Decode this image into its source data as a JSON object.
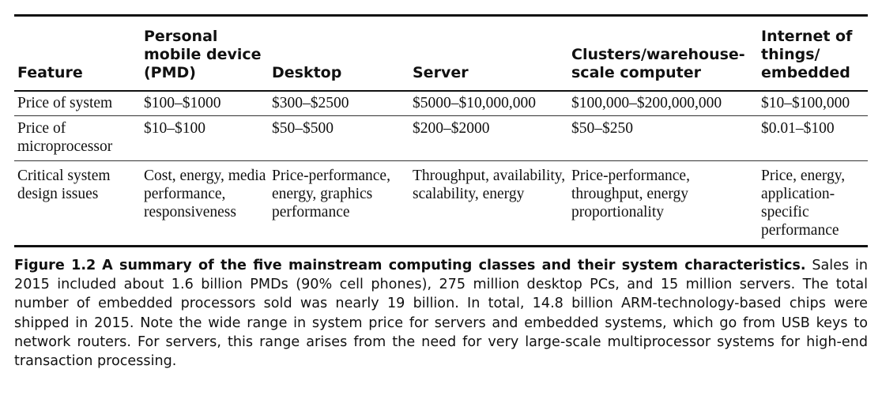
{
  "table": {
    "headers": [
      "Feature",
      "Personal mobile device (PMD)",
      "Desktop",
      "Server",
      "Clusters/warehouse-scale computer",
      "Internet of things/ embedded"
    ],
    "rows": [
      [
        "Price of system",
        "$100–$1000",
        "$300–$2500",
        "$5000–$10,000,000",
        "$100,000–$200,000,000",
        "$10–$100,000"
      ],
      [
        "Price of microprocessor",
        "$10–$100",
        "$50–$500",
        "$200–$2000",
        "$50–$250",
        "$0.01–$100"
      ],
      [
        "Critical system design issues",
        "Cost, energy, media performance, responsiveness",
        "Price-performance, energy, graphics performance",
        "Throughput, availability, scalability, energy",
        "Price-performance, throughput, energy proportionality",
        "Price, energy, application-specific performance"
      ]
    ]
  },
  "caption": {
    "label": "Figure 1.2",
    "title": "A summary of the five mainstream computing classes and their system characteristics.",
    "body": "Sales in 2015 included about 1.6 billion PMDs (90% cell phones), 275 million desktop PCs, and 15 million servers. The total number of embedded processors sold was nearly 19 billion. In total, 14.8 billion ARM-technology-based chips were shipped in 2015. Note the wide range in system price for servers and embedded systems, which go from USB keys to network routers. For servers, this range arises from the need for very large-scale multiprocessor systems for high-end transaction processing."
  }
}
